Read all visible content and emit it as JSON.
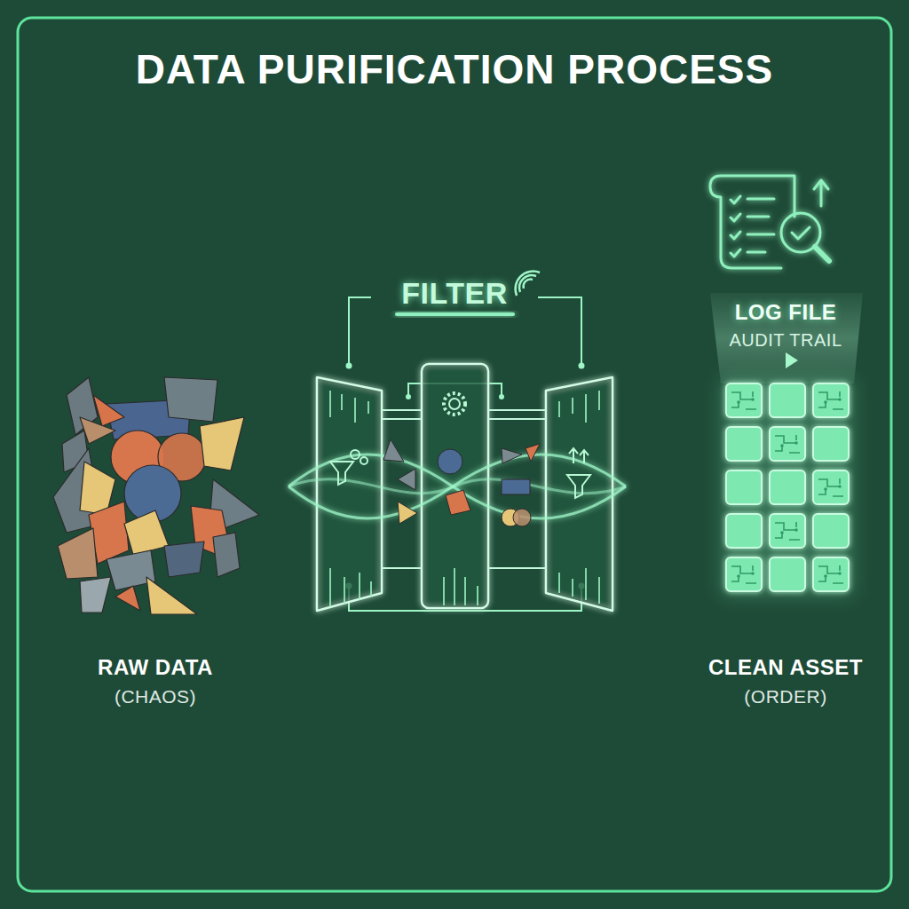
{
  "diagram": {
    "title": "DATA PURIFICATION PROCESS",
    "nodes": [
      {
        "text": [
          "RAW DATA",
          "(CHAOS)"
        ]
      },
      {
        "text": [
          "FILTER"
        ]
      },
      {
        "text": [
          "LOG FILE",
          "AUDIT TRAIL"
        ]
      },
      {
        "text": [
          "CLEAN ASSET",
          "(ORDER)"
        ]
      }
    ],
    "edges": [
      {
        "from": 0,
        "to": 1,
        "arrow": "to"
      },
      {
        "from": 1,
        "to": 3,
        "arrow": "to"
      },
      {
        "from": 2,
        "to": 3,
        "arrow": "to"
      }
    ]
  }
}
